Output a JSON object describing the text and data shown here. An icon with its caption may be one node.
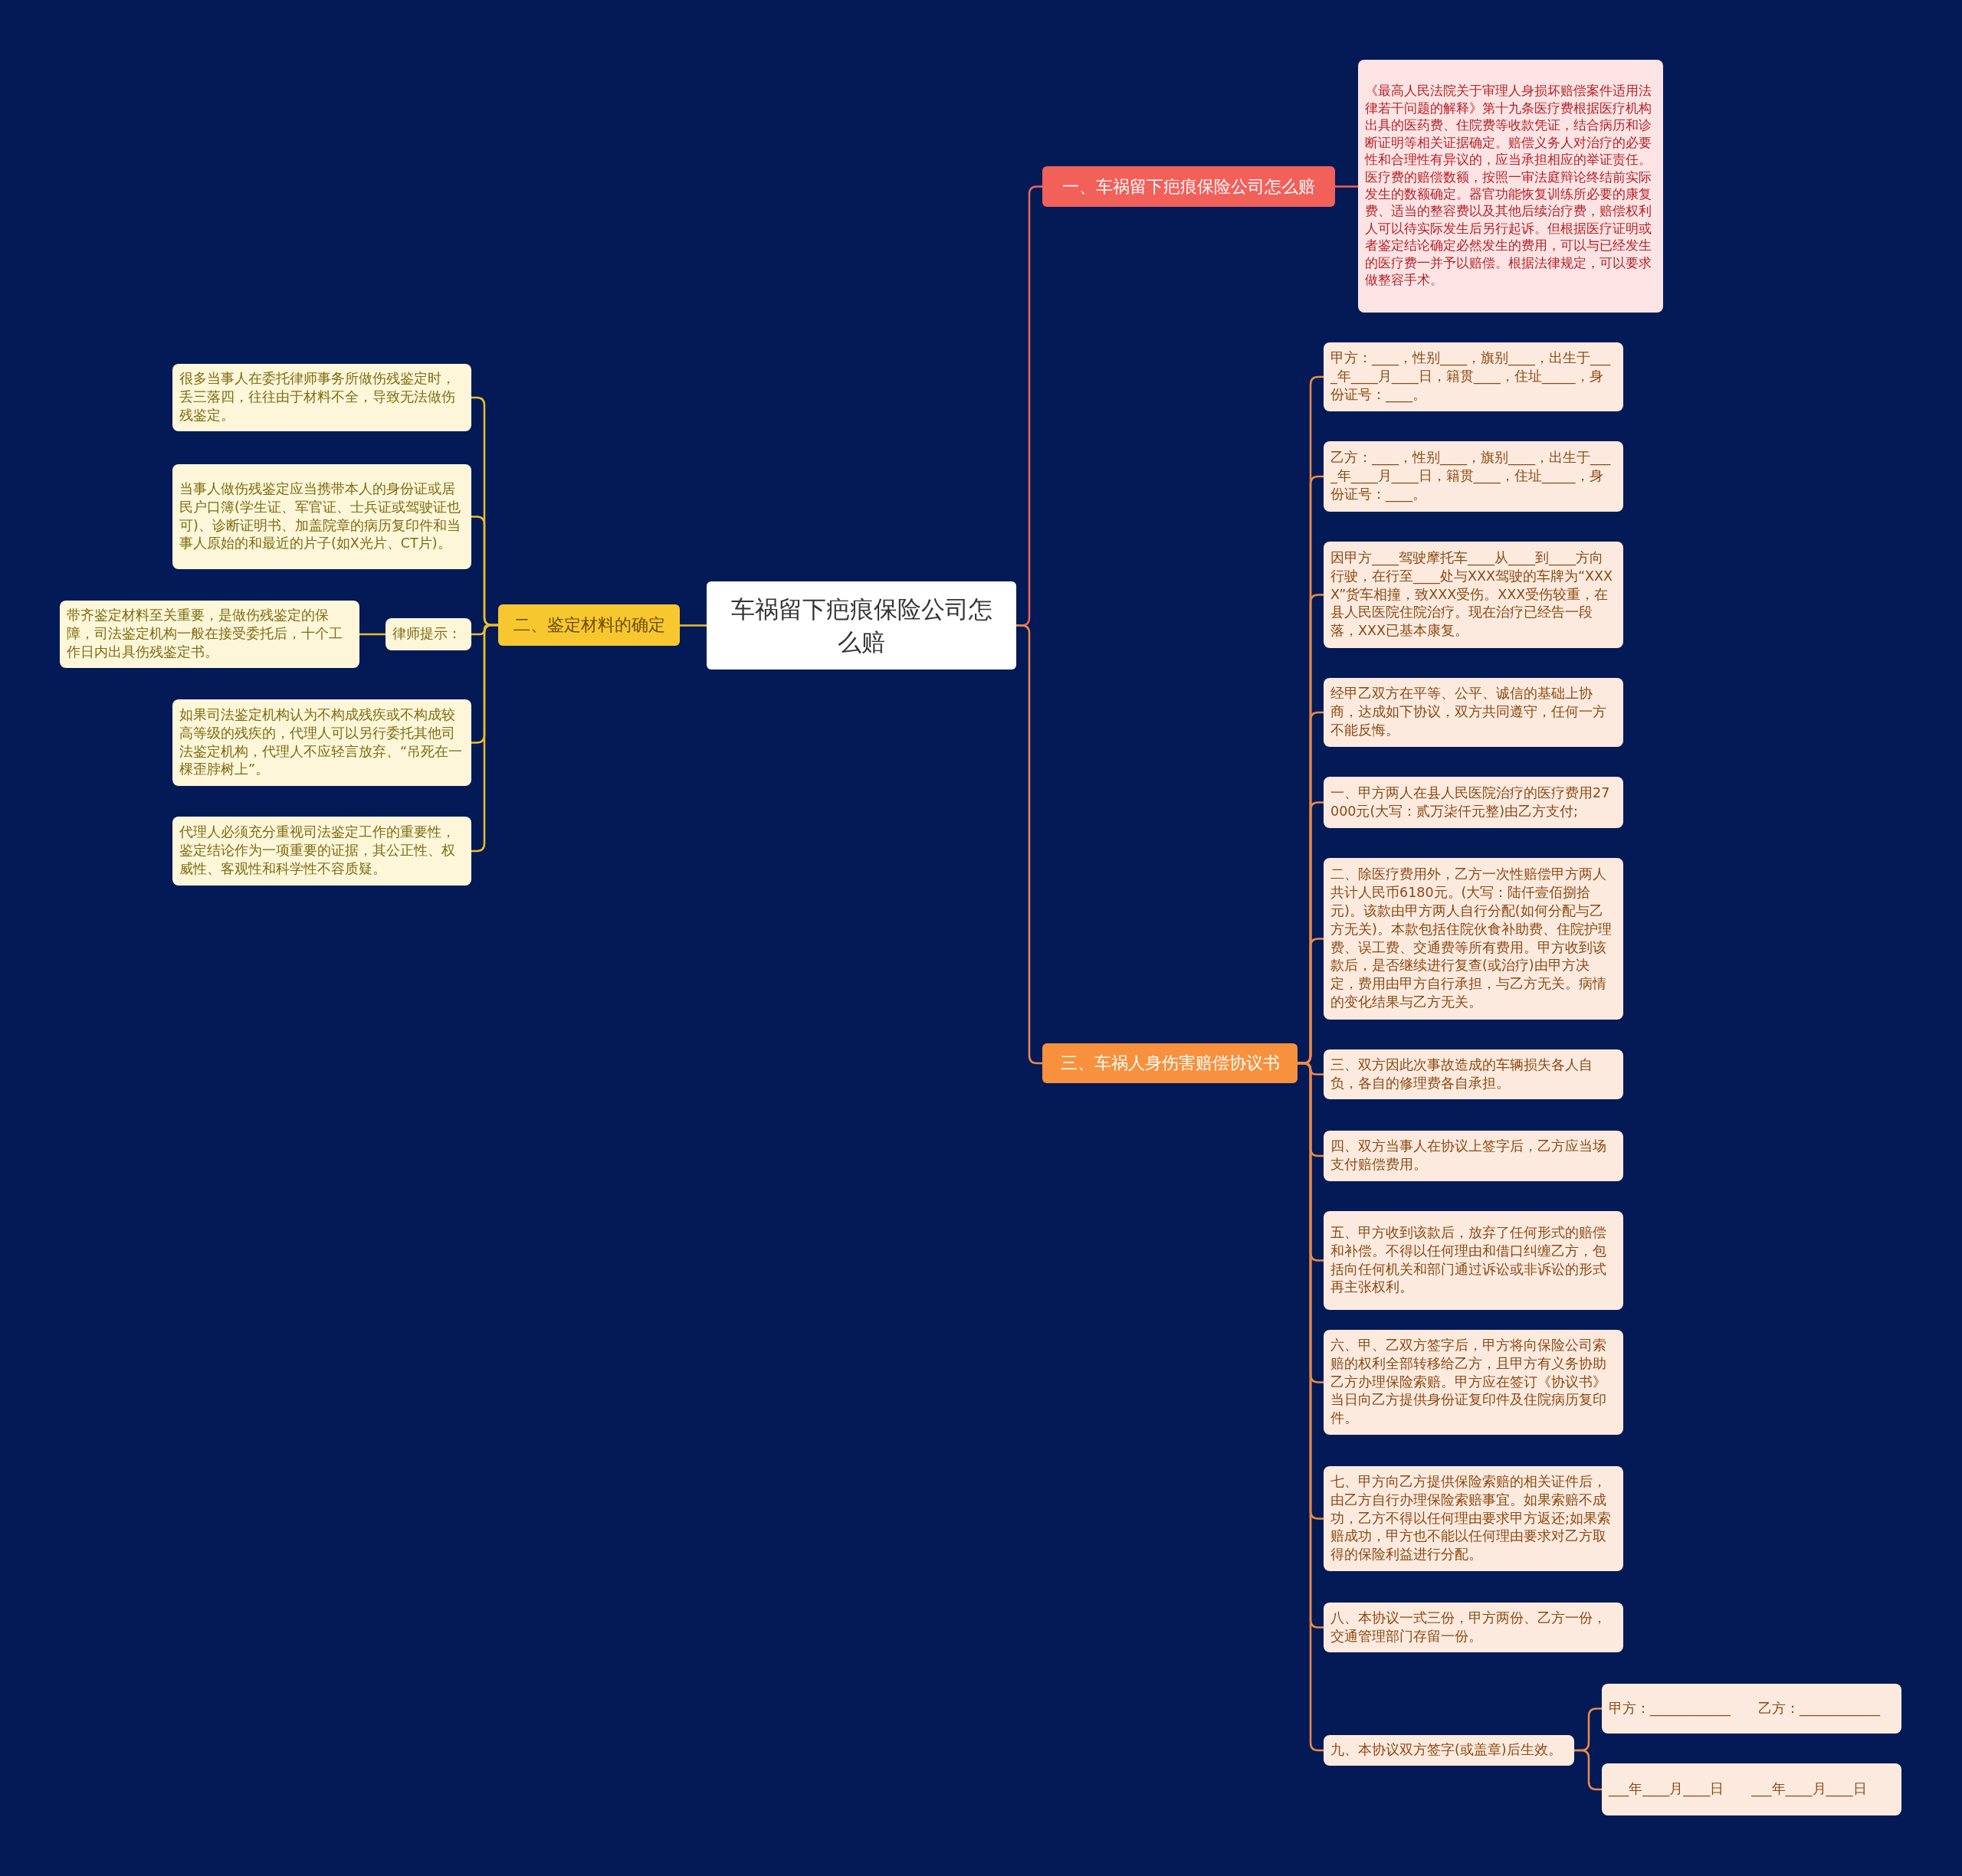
{
  "diagram": {
    "nodes": [
      {
        "text": [
          "车祸留下疤痕保险公司怎么赔"
        ]
      },
      {
        "text": [
          "一、车祸留下疤痕保险公司怎么赔"
        ]
      },
      {
        "text": [
          "《最高人民法院关于审理人身损坏赔偿案件适用法律若干问题的解释》第十九条医疗费根据医疗机构出具的医药费、住院费等收款凭证，结合病历和诊断证明等相关证据确定。赔偿义务人对治疗的必要性和合理性有异议的，应当承担相应的举证责任。医疗费的赔偿数额，按照一审法庭辩论终结前实际发生的数额确定。器官功能恢复训练所必要的康复费、适当的整容费以及其他后续治疗费，赔偿权利人可以待实际发生后另行起诉。但根据医疗证明或者鉴定结论确定必然发生的费用，可以与已经发生的医疗费一并予以赔偿。根据法律规定，可以要求做整容手术。"
        ]
      },
      {
        "text": [
          "二、鉴定材料的确定"
        ]
      },
      {
        "text": [
          "很多当事人在委托律师事务所做伤残鉴定时，丢三落四，往往由于材料不全，导致无法做伤残鉴定。"
        ]
      },
      {
        "text": [
          "当事人做伤残鉴定应当携带本人的身份证或居民户口簿(学生证、军官证、士兵证或驾驶证也可)、诊断证明书、加盖院章的病历复印件和当事人原始的和最近的片子(如X光片、CT片)。"
        ]
      },
      {
        "text": [
          "律师提示："
        ]
      },
      {
        "text": [
          "带齐鉴定材料至关重要，是做伤残鉴定的保障，司法鉴定机构一般在接受委托后，十个工作日内出具伤残鉴定书。"
        ]
      },
      {
        "text": [
          "如果司法鉴定机构认为不构成残疾或不构成较高等级的残疾的，代理人可以另行委托其他司法鉴定机构，代理人不应轻言放弃、“吊死在一棵歪脖树上”。"
        ]
      },
      {
        "text": [
          "代理人必须充分重视司法鉴定工作的重要性，鉴定结论作为一项重要的证据，其公正性、权威性、客观性和科学性不容质疑。"
        ]
      },
      {
        "text": [
          "三、车祸人身伤害赔偿协议书"
        ]
      },
      {
        "text": [
          "甲方：____，性别____，旗别____，出生于____年____月____日，籍贯____，住址_____，身份证号：____。"
        ]
      },
      {
        "text": [
          "乙方：____，性别____，旗别____，出生于____年____月____日，籍贯____，住址_____，身份证号：____。"
        ]
      },
      {
        "text": [
          "因甲方____驾驶摩托车____从____到____方向行驶，在行至____处与XXX驾驶的车牌为“XXXX”货车相撞，致XXX受伤。XXX受伤较重，在县人民医院住院治疗。现在治疗已经告一段落，XXX已基本康复。"
        ]
      },
      {
        "text": [
          "经甲乙双方在平等、公平、诚信的基础上协商，达成如下协议，双方共同遵守，任何一方不能反悔。"
        ]
      },
      {
        "text": [
          "一、甲方两人在县人民医院治疗的医疗费用27000元(大写：贰万柒仟元整)由乙方支付;"
        ]
      },
      {
        "text": [
          "二、除医疗费用外，乙方一次性赔偿甲方两人共计人民币6180元。(大写：陆仟壹佰捌拾元)。该款由甲方两人自行分配(如何分配与乙方无关)。本款包括住院伙食补助费、住院护理费、误工费、交通费等所有费用。甲方收到该款后，是否继续进行复查(或治疗)由甲方决定，费用由甲方自行承担，与乙方无关。病情的变化结果与乙方无关。"
        ]
      },
      {
        "text": [
          "三、双方因此次事故造成的车辆损失各人自负，各自的修理费各自承担。"
        ]
      },
      {
        "text": [
          "四、双方当事人在协议上签字后，乙方应当场支付赔偿费用。"
        ]
      },
      {
        "text": [
          "五、甲方收到该款后，放弃了任何形式的赔偿和补偿。不得以任何理由和借口纠缠乙方，包括向任何机关和部门通过诉讼或非诉讼的形式再主张权利。"
        ]
      },
      {
        "text": [
          "六、甲、乙双方签字后，甲方将向保险公司索赔的权利全部转移给乙方，且甲方有义务协助乙方办理保险索赔。甲方应在签订《协议书》当日向乙方提供身份证复印件及住院病历复印件。"
        ]
      },
      {
        "text": [
          "七、甲方向乙方提供保险索赔的相关证件后，由乙方自行办理保险索赔事宜。如果索赔不成功，乙方不得以任何理由要求甲方返还;如果索赔成功，甲方也不能以任何理由要求对乙方取得的保险利益进行分配。"
        ]
      },
      {
        "text": [
          "八、本协议一式三份，甲方两份、乙方一份，交通管理部门存留一份。"
        ]
      },
      {
        "text": [
          "九、本协议双方签字(或盖章)后生效。"
        ]
      },
      {
        "text": [
          "甲方：____________　　乙方：____________"
        ]
      },
      {
        "text": [
          "___年____月____日　　___年____月____日"
        ]
      }
    ],
    "edges": [
      {
        "from": 0,
        "to": 1,
        "arrow": "none",
        "color": "#f0625a"
      },
      {
        "from": 1,
        "to": 2,
        "arrow": "none",
        "color": "#f0625a"
      },
      {
        "from": 0,
        "to": 3,
        "arrow": "none",
        "color": "#e9bd2f"
      },
      {
        "from": 3,
        "to": 4,
        "arrow": "none",
        "color": "#e9bd2f"
      },
      {
        "from": 3,
        "to": 5,
        "arrow": "none",
        "color": "#e9bd2f"
      },
      {
        "from": 3,
        "to": 6,
        "arrow": "none",
        "color": "#e9bd2f"
      },
      {
        "from": 6,
        "to": 7,
        "arrow": "none",
        "color": "#e9bd2f"
      },
      {
        "from": 3,
        "to": 8,
        "arrow": "none",
        "color": "#e9bd2f"
      },
      {
        "from": 3,
        "to": 9,
        "arrow": "none",
        "color": "#e9bd2f"
      },
      {
        "from": 0,
        "to": 10,
        "arrow": "none"
      },
      {
        "from": 10,
        "to": 11,
        "arrow": "none"
      },
      {
        "from": 10,
        "to": 12,
        "arrow": "none"
      },
      {
        "from": 10,
        "to": 13,
        "arrow": "none"
      },
      {
        "from": 10,
        "to": 14,
        "arrow": "none"
      },
      {
        "from": 10,
        "to": 15,
        "arrow": "none"
      },
      {
        "from": 10,
        "to": 16,
        "arrow": "none"
      },
      {
        "from": 10,
        "to": 17,
        "arrow": "none"
      },
      {
        "from": 10,
        "to": 18,
        "arrow": "none"
      },
      {
        "from": 10,
        "to": 19,
        "arrow": "none"
      },
      {
        "from": 10,
        "to": 20,
        "arrow": "none"
      },
      {
        "from": 10,
        "to": 21,
        "arrow": "none"
      },
      {
        "from": 10,
        "to": 22,
        "arrow": "none"
      },
      {
        "from": 10,
        "to": 23,
        "arrow": "none"
      },
      {
        "from": 23,
        "to": 24,
        "arrow": "none"
      },
      {
        "from": 23,
        "to": 25,
        "arrow": "none"
      }
    ]
  }
}
